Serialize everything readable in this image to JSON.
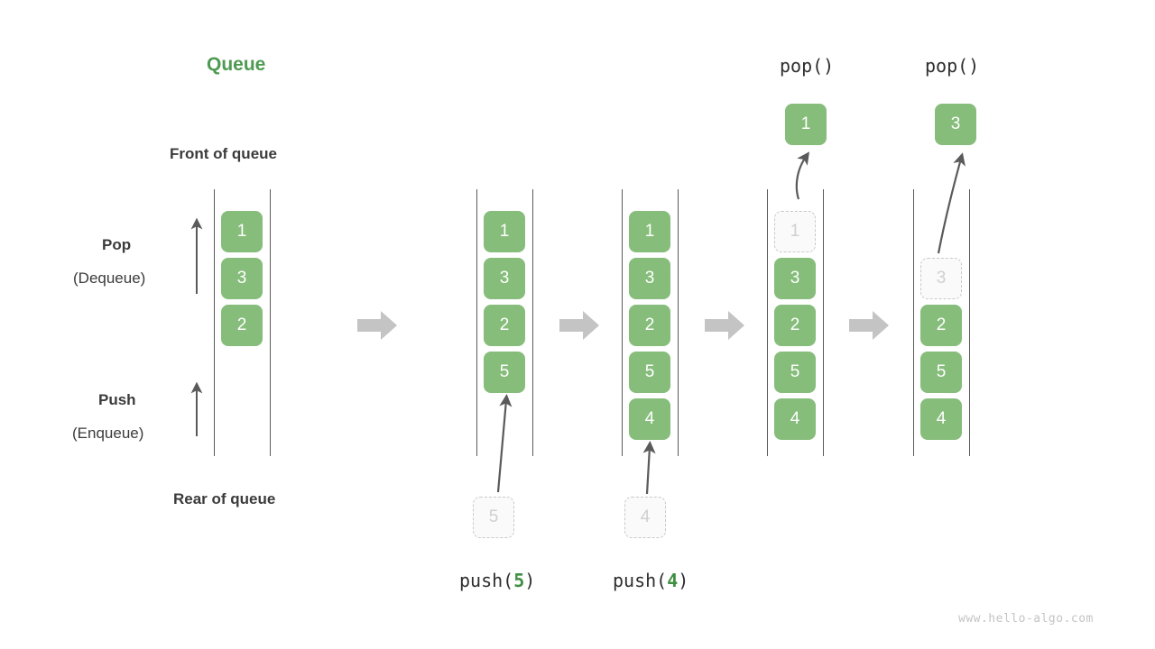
{
  "diagram": {
    "title": "Queue",
    "title_color": "#4e9a51",
    "box_color": "#86bd7b",
    "ghost_color": "#fafafa",
    "arrow_color": "#c4c4c4",
    "watermark": "www.hello-algo.com",
    "labels": {
      "front_of_queue": "Front of queue",
      "rear_of_queue": "Rear of queue",
      "pop": "Pop",
      "dequeue": "(Dequeue)",
      "push": "Push",
      "enqueue": "(Enqueue)"
    },
    "operations": {
      "push5_prefix": "push(",
      "push5_arg": "5",
      "push5_suffix": ")",
      "push4_prefix": "push(",
      "push4_arg": "4",
      "push4_suffix": ")",
      "pop1": "pop()",
      "pop2": "pop()"
    },
    "stages": [
      {
        "name": "initial",
        "cells": [
          "1",
          "3",
          "2"
        ],
        "ghosts": [],
        "popped": null
      },
      {
        "name": "after-push-5",
        "cells": [
          "1",
          "3",
          "2",
          "5"
        ],
        "ghosts": [
          "5"
        ],
        "popped": null
      },
      {
        "name": "after-push-4",
        "cells": [
          "1",
          "3",
          "2",
          "5",
          "4"
        ],
        "ghosts": [
          "4"
        ],
        "popped": null
      },
      {
        "name": "after-pop-1",
        "cells": [
          "3",
          "2",
          "5",
          "4"
        ],
        "ghosts": [
          "1"
        ],
        "popped": "1"
      },
      {
        "name": "after-pop-3",
        "cells": [
          "2",
          "5",
          "4"
        ],
        "ghosts": [
          "3"
        ],
        "popped": "3"
      }
    ],
    "cell_values": {
      "c1_1": "1",
      "c1_2": "3",
      "c1_3": "2",
      "c2_1": "1",
      "c2_2": "3",
      "c2_3": "2",
      "c2_4": "5",
      "c2_ghost": "5",
      "c3_1": "1",
      "c3_2": "3",
      "c3_3": "2",
      "c3_4": "5",
      "c3_5": "4",
      "c3_ghost": "4",
      "c4_ghost": "1",
      "c4_1": "3",
      "c4_2": "2",
      "c4_3": "5",
      "c4_4": "4",
      "c4_popped": "1",
      "c5_ghost": "3",
      "c5_1": "2",
      "c5_2": "5",
      "c5_3": "4",
      "c5_popped": "3"
    }
  }
}
